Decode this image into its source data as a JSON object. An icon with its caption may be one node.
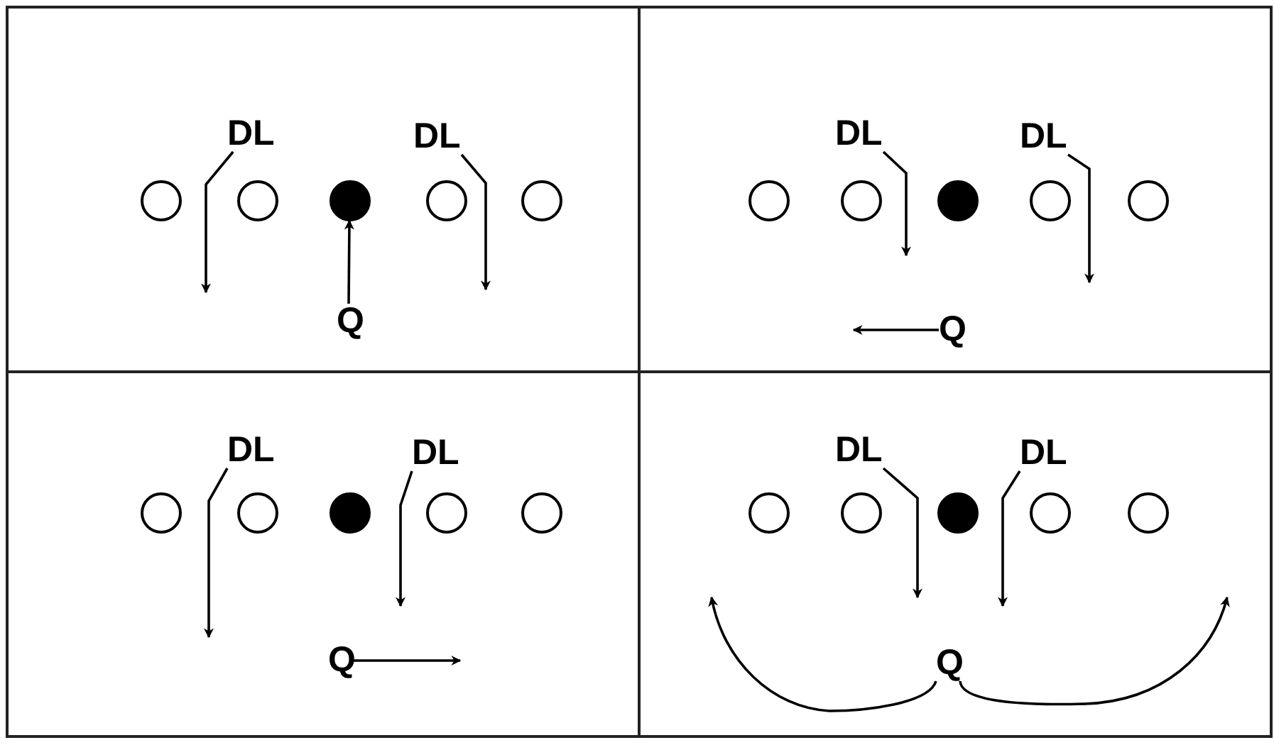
{
  "diagram": {
    "nodes": [
      {
        "text": [],
        "shape": "box"
      },
      {
        "text": [
          "DL"
        ],
        "in": 0
      },
      {
        "text": [
          "DL"
        ],
        "in": 0
      },
      {
        "text": [],
        "shape": "circle",
        "in": 0
      },
      {
        "text": [],
        "shape": "circle",
        "in": 0
      },
      {
        "text": [],
        "shape": "dot",
        "in": 0
      },
      {
        "text": [],
        "shape": "circle",
        "in": 0
      },
      {
        "text": [],
        "shape": "circle",
        "in": 0
      },
      {
        "text": [
          "Q"
        ],
        "in": 0
      },
      {
        "text": [],
        "shape": "box"
      },
      {
        "text": [
          "DL"
        ],
        "in": 9
      },
      {
        "text": [
          "DL"
        ],
        "in": 9
      },
      {
        "text": [],
        "shape": "circle",
        "in": 9
      },
      {
        "text": [],
        "shape": "circle",
        "in": 9
      },
      {
        "text": [],
        "shape": "dot",
        "in": 9
      },
      {
        "text": [],
        "shape": "circle",
        "in": 9
      },
      {
        "text": [],
        "shape": "circle",
        "in": 9
      },
      {
        "text": [
          "Q"
        ],
        "in": 9
      },
      {
        "text": [],
        "shape": "box"
      },
      {
        "text": [
          "DL"
        ],
        "in": 18
      },
      {
        "text": [
          "DL"
        ],
        "in": 18
      },
      {
        "text": [],
        "shape": "circle",
        "in": 18
      },
      {
        "text": [],
        "shape": "circle",
        "in": 18
      },
      {
        "text": [],
        "shape": "dot",
        "in": 18
      },
      {
        "text": [],
        "shape": "circle",
        "in": 18
      },
      {
        "text": [],
        "shape": "circle",
        "in": 18
      },
      {
        "text": [
          "Q"
        ],
        "in": 18
      },
      {
        "text": [],
        "shape": "box"
      },
      {
        "text": [
          "DL"
        ],
        "in": 27
      },
      {
        "text": [
          "DL"
        ],
        "in": 27
      },
      {
        "text": [],
        "shape": "circle",
        "in": 27
      },
      {
        "text": [],
        "shape": "circle",
        "in": 27
      },
      {
        "text": [],
        "shape": "dot",
        "in": 27
      },
      {
        "text": [],
        "shape": "circle",
        "in": 27
      },
      {
        "text": [],
        "shape": "circle",
        "in": 27
      },
      {
        "text": [
          "Q"
        ],
        "in": 27
      }
    ],
    "edges": [
      {
        "from": 1,
        "to": null,
        "arrow": "to"
      },
      {
        "from": 2,
        "to": null,
        "arrow": "to"
      },
      {
        "from": 8,
        "to": 5,
        "arrow": "to"
      },
      {
        "from": 10,
        "to": null,
        "arrow": "to"
      },
      {
        "from": 11,
        "to": null,
        "arrow": "to"
      },
      {
        "from": 17,
        "to": null,
        "arrow": "to"
      },
      {
        "from": 19,
        "to": null,
        "arrow": "to"
      },
      {
        "from": 20,
        "to": null,
        "arrow": "to"
      },
      {
        "from": 26,
        "to": null,
        "arrow": "to"
      },
      {
        "from": 28,
        "to": null,
        "arrow": "to"
      },
      {
        "from": 29,
        "to": null,
        "arrow": "to"
      },
      {
        "from": 35,
        "to": null,
        "arrow": "to"
      },
      {
        "from": 35,
        "to": null,
        "arrow": "to"
      }
    ]
  }
}
